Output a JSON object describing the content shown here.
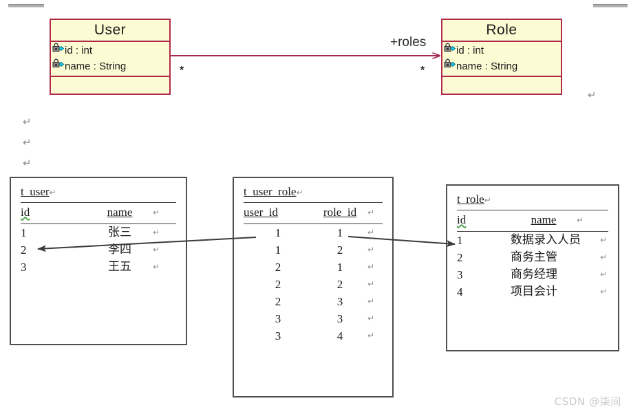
{
  "page": {
    "watermark": "CSDN @柒间",
    "paragraph_mark": "↵"
  },
  "uml": {
    "user_class": {
      "name": "User",
      "attributes": [
        {
          "icon": "lock-diamond-icon",
          "text": "id : int"
        },
        {
          "icon": "lock-diamond-icon",
          "text": "name : String"
        }
      ]
    },
    "role_class": {
      "name": "Role",
      "attributes": [
        {
          "icon": "lock-diamond-icon",
          "text": "id : int"
        },
        {
          "icon": "lock-diamond-icon",
          "text": "name : String"
        }
      ]
    },
    "association": {
      "label": "+roles",
      "source_multiplicity": "*",
      "target_multiplicity": "*",
      "line_color": "#a62a4e"
    }
  },
  "tables": {
    "t_user": {
      "name": "t_user",
      "columns": [
        "id",
        "name"
      ],
      "rows": [
        {
          "id": "1",
          "name": "张三"
        },
        {
          "id": "2",
          "name": "李四"
        },
        {
          "id": "3",
          "name": "王五"
        }
      ]
    },
    "t_user_role": {
      "name": "t_user_role",
      "columns": [
        "user_id",
        "role_id"
      ],
      "rows": [
        {
          "user_id": "1",
          "role_id": "1"
        },
        {
          "user_id": "1",
          "role_id": "2"
        },
        {
          "user_id": "2",
          "role_id": "1"
        },
        {
          "user_id": "2",
          "role_id": "2"
        },
        {
          "user_id": "2",
          "role_id": "3"
        },
        {
          "user_id": "3",
          "role_id": "3"
        },
        {
          "user_id": "3",
          "role_id": "4"
        }
      ]
    },
    "t_role": {
      "name": "t_role",
      "columns": [
        "id",
        "name"
      ],
      "rows": [
        {
          "id": "1",
          "name": "数据录入人员"
        },
        {
          "id": "2",
          "name": "商务主管"
        },
        {
          "id": "3",
          "name": "商务经理"
        },
        {
          "id": "4",
          "name": "项目会计"
        }
      ]
    }
  }
}
